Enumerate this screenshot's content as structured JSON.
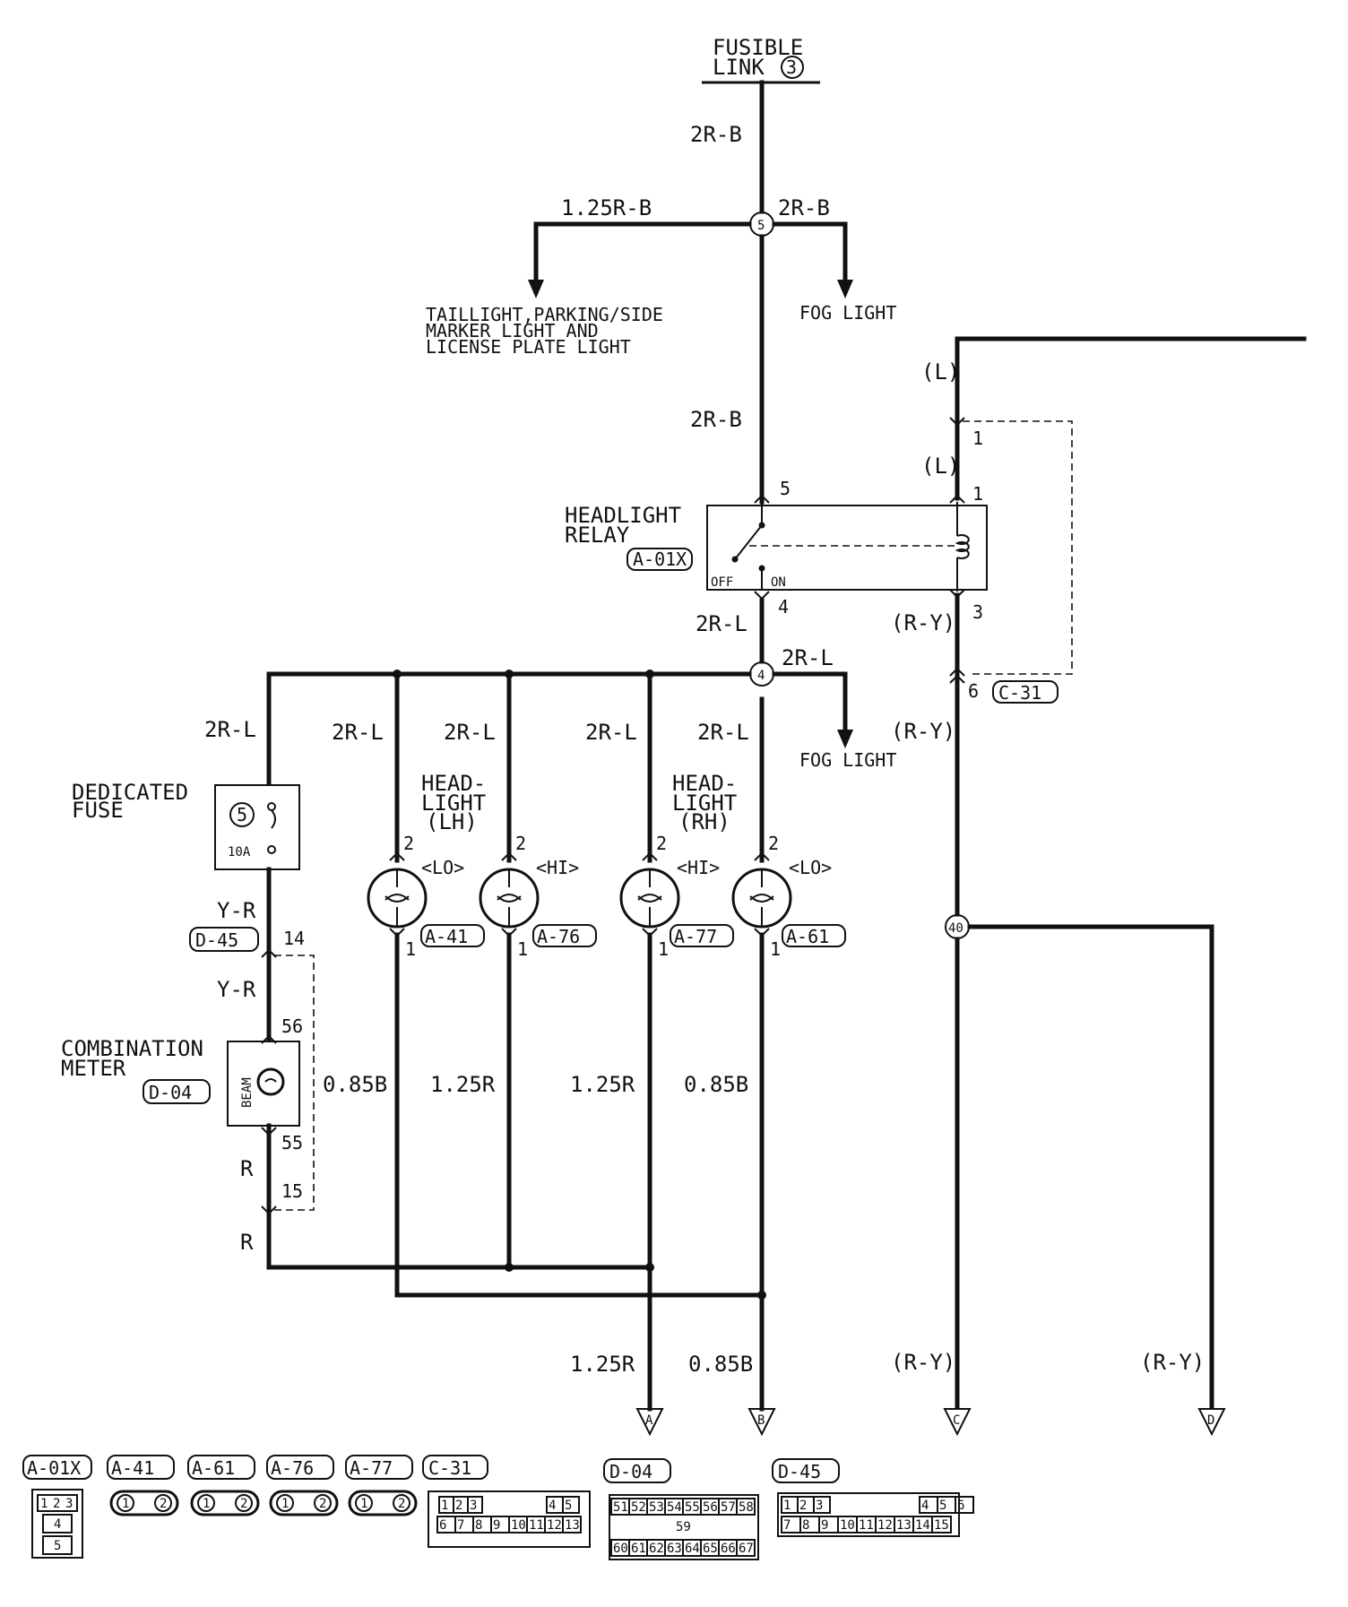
{
  "fusible_link": {
    "line1": "FUSIBLE",
    "line2": "LINK",
    "number": "3"
  },
  "wires": {
    "w_top": "2R-B",
    "w_left_branch": "1.25R-B",
    "w_right_branch": "2R-B",
    "w_to_relay": "2R-B",
    "w_relay_out": "2R-L",
    "w_fog2": "2R-L",
    "w_col1": "2R-L",
    "w_col2": "2R-L",
    "w_col3": "2R-L",
    "w_col4": "2R-L",
    "w_col5": "2R-L",
    "w_yr1": "Y-R",
    "w_yr2": "Y-R",
    "w_r1": "R",
    "w_r2": "R",
    "w_085b_1": "0.85B",
    "w_125r_1": "1.25R",
    "w_125r_2": "1.25R",
    "w_085b_2": "0.85B",
    "w_125r_out": "1.25R",
    "w_085b_out": "0.85B",
    "w_l1": "(L)",
    "w_l2": "(L)",
    "w_ry1": "(R-Y)",
    "w_ry2": "(R-Y)",
    "w_ry3": "(R-Y)",
    "w_ry4": "(R-Y)"
  },
  "junctions": {
    "j5": "5",
    "j4": "4",
    "j40": "40"
  },
  "destinations": {
    "taillight_l1": "TAILLIGHT,PARKING/SIDE",
    "taillight_l2": "MARKER LIGHT AND",
    "taillight_l3": "LICENSE PLATE LIGHT",
    "fog1": "FOG LIGHT",
    "fog2": "FOG LIGHT"
  },
  "relay": {
    "name1": "HEADLIGHT",
    "name2": "RELAY",
    "connector": "A-01X",
    "off": "OFF",
    "on": "ON",
    "pin5": "5",
    "pin4": "4",
    "pin1": "1",
    "pin3": "3"
  },
  "c31": {
    "pin1": "1",
    "pin6": "6",
    "connector": "C-31"
  },
  "headlight_lh": {
    "l1": "HEAD-",
    "l2": "LIGHT",
    "l3": "(LH)"
  },
  "headlight_rh": {
    "l1": "HEAD-",
    "l2": "LIGHT",
    "l3": "(RH)"
  },
  "bulbs": [
    {
      "mode": "<LO>",
      "connector": "A-41",
      "pin_top": "2",
      "pin_bottom": "1"
    },
    {
      "mode": "<HI>",
      "connector": "A-76",
      "pin_top": "2",
      "pin_bottom": "1"
    },
    {
      "mode": "<HI>",
      "connector": "A-77",
      "pin_top": "2",
      "pin_bottom": "1"
    },
    {
      "mode": "<LO>",
      "connector": "A-61",
      "pin_top": "2",
      "pin_bottom": "1"
    }
  ],
  "fuse": {
    "l1": "DEDICATED",
    "l2": "FUSE",
    "number": "5",
    "rating": "10A"
  },
  "d45": {
    "connector": "D-45",
    "pin14": "14",
    "pin15": "15"
  },
  "meter": {
    "l1": "COMBINATION",
    "l2": "METER",
    "connector": "D-04",
    "beam": "BEAM",
    "pin56": "56",
    "pin55": "55"
  },
  "terminals": {
    "a": "A",
    "b": "B",
    "c": "C",
    "d": "D"
  },
  "connector_views": {
    "a01x": {
      "label": "A-01X",
      "top": [
        "1",
        "2",
        "3"
      ],
      "mid": "4",
      "bot": "5"
    },
    "a41": {
      "label": "A-41",
      "p1": "1",
      "p2": "2"
    },
    "a61": {
      "label": "A-61",
      "p1": "1",
      "p2": "2"
    },
    "a76": {
      "label": "A-76",
      "p1": "1",
      "p2": "2"
    },
    "a77": {
      "label": "A-77",
      "p1": "1",
      "p2": "2"
    },
    "c31": {
      "label": "C-31",
      "top": [
        "1",
        "2",
        "3",
        "4",
        "5"
      ],
      "bot": [
        "6",
        "7",
        "8",
        "9",
        "10",
        "11",
        "12",
        "13"
      ]
    },
    "d04": {
      "label": "D-04",
      "top": [
        "51",
        "52",
        "53",
        "54",
        "55",
        "56",
        "57",
        "58"
      ],
      "mid": "59",
      "bot": [
        "60",
        "61",
        "62",
        "63",
        "64",
        "65",
        "66",
        "67"
      ]
    },
    "d45": {
      "label": "D-45",
      "top": [
        "1",
        "2",
        "3",
        "4",
        "5",
        "6"
      ],
      "bot": [
        "7",
        "8",
        "9",
        "10",
        "11",
        "12",
        "13",
        "14",
        "15"
      ]
    }
  }
}
